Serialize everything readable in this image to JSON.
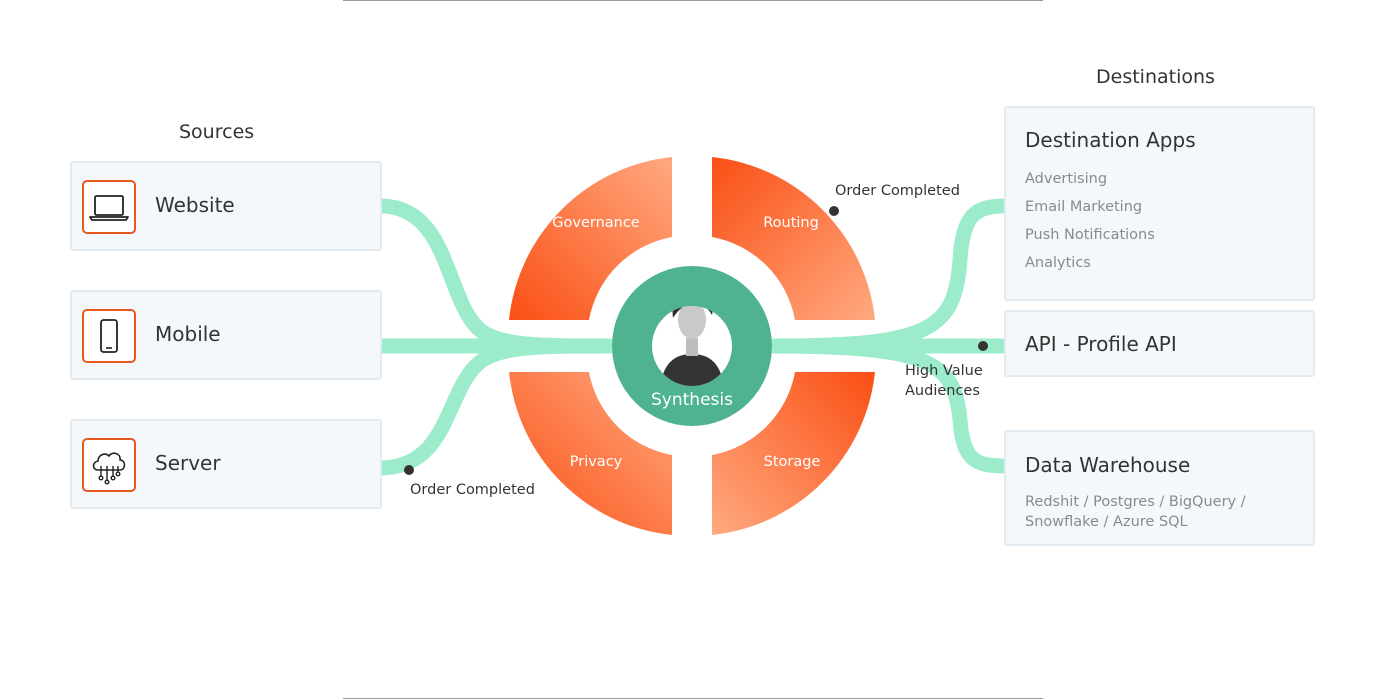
{
  "sources": {
    "heading": "Sources",
    "items": [
      {
        "label": "Website",
        "icon": "laptop-icon"
      },
      {
        "label": "Mobile",
        "icon": "smartphone-icon"
      },
      {
        "label": "Server",
        "icon": "cloud-server-icon"
      }
    ]
  },
  "destinations": {
    "heading": "Destinations",
    "apps": {
      "title": "Destination Apps",
      "items": [
        "Advertising",
        "Email Marketing",
        "Push Notifications",
        "Analytics"
      ]
    },
    "api": {
      "title": "API - Profile API"
    },
    "warehouse": {
      "title": "Data Warehouse",
      "line1": "Redshit / Postgres / BigQuery /",
      "line2": "Snowflake / Azure SQL"
    }
  },
  "hub": {
    "center_label": "Synthesis",
    "center_icon": "person-avatar-icon",
    "segments": [
      "Governance",
      "Routing",
      "Privacy",
      "Storage"
    ]
  },
  "annotations": {
    "order_completed_right": "Order Completed",
    "order_completed_left": "Order Completed",
    "high_value_line1": "High Value",
    "high_value_line2": "Audiences"
  },
  "colors": {
    "flow": "#9ceccc",
    "orange_dark": "#fa4f14",
    "orange_light": "#ffa980",
    "center_green": "#4fb38f",
    "icon_border": "#e8571f"
  }
}
